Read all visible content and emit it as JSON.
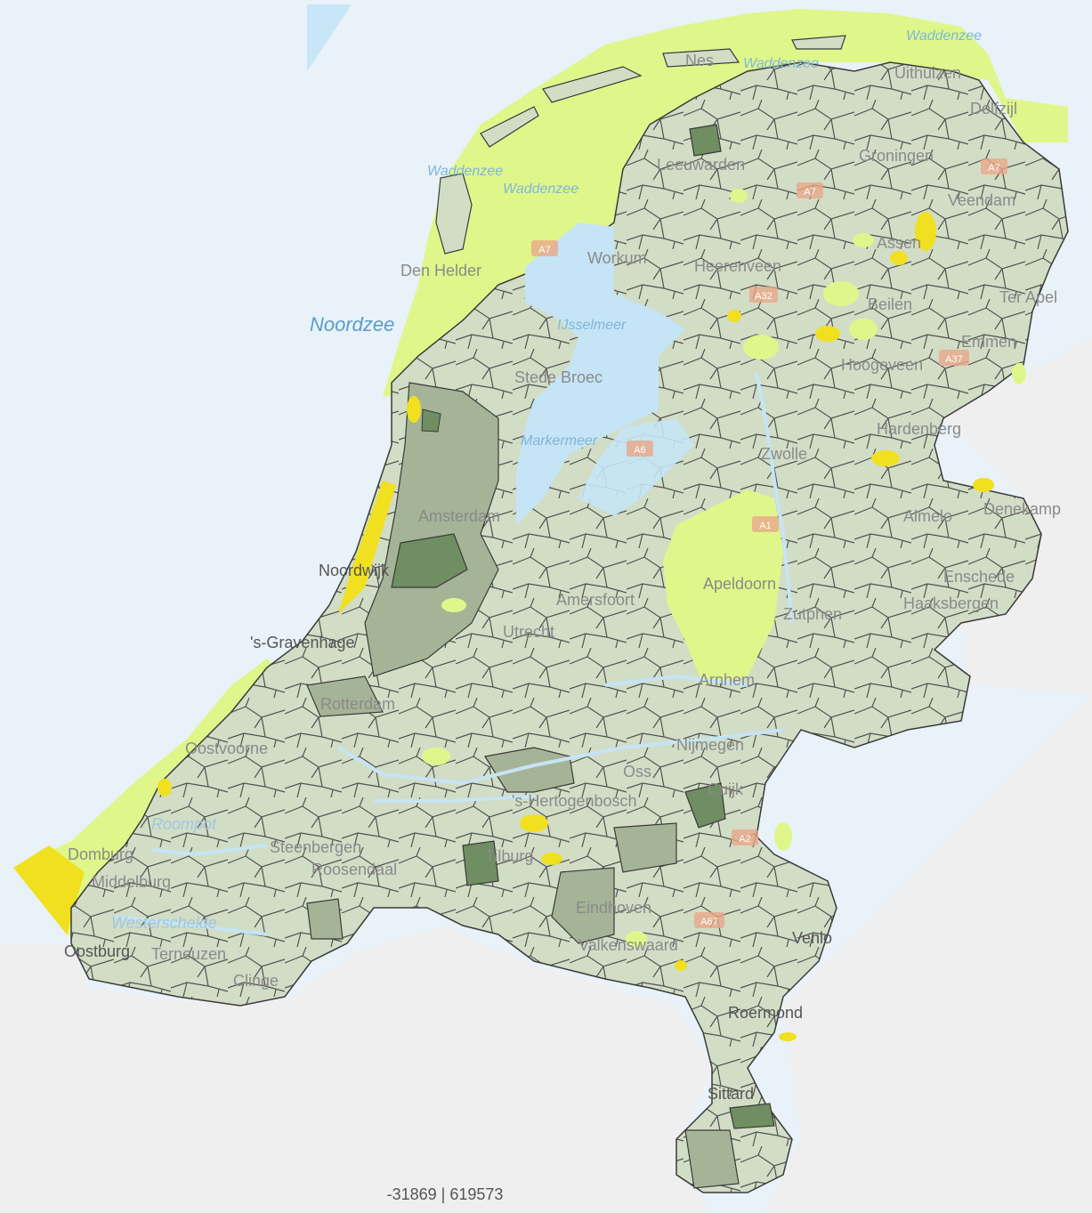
{
  "map": {
    "colors": {
      "sea": "#e8f2f8",
      "land_outside": "#efefef",
      "municipality": "#d2ddc6",
      "municipality_dark": "#a5b496",
      "municipality_darker": "#6f8e62",
      "nature_light": "#dff78a",
      "nature_yellow": "#f0e020",
      "lake": "#c5e4f5",
      "border": "#3a3a3a"
    },
    "water_labels": {
      "noordzee": "Noordzee",
      "waddenzee_1": "Waddenzee",
      "waddenzee_2": "Waddenzee",
      "waddenzee_3": "Waddenzee",
      "waddenzee_4": "Waddenzee",
      "ijsselmeer": "IJsselmeer",
      "markermeer": "Markermeer",
      "oosterschelde": "Roompot",
      "westerschelde": "Westerschelde"
    },
    "place_labels": {
      "ness": "Nes",
      "uithuizen": "Uithuizen",
      "delfzijl": "Delfzijl",
      "leeuwarden": "Leeuwarden",
      "groningen": "Groningen",
      "veendam": "Veendam",
      "assen": "Assen",
      "workum": "Workum",
      "heerenveen": "Heerenveen",
      "den_helder": "Den Helder",
      "beilen": "Beilen",
      "ter_apel": "Ter Apel",
      "emmen": "Emmen",
      "hoogeveen": "Hoogeveen",
      "stede_broec": "Stede Broec",
      "hardenberg": "Hardenberg",
      "zwolle": "Zwolle",
      "amsterdam": "Amsterdam",
      "almelo": "Almelo",
      "denekamp": "Denekamp",
      "noordwijk": "Noordwijk",
      "enschede": "Enschede",
      "apeldoorn": "Apeldoorn",
      "zutphen": "Zutphen",
      "haaksbergen": "Haaksbergen",
      "amersfoort": "Amersfoort",
      "den_haag": "'s-Gravenhage",
      "utrecht": "Utrecht",
      "arnhem": "Arnhem",
      "rotterdam": "Rotterdam",
      "oostvoorne": "Oostvoorne",
      "nijmegen": "Nijmegen",
      "oss": "Oss",
      "cuijk": "Cuijk",
      "den_bosch": "'s-Hertogenbosch",
      "domburg": "Domburg",
      "steenbergen": "Steenbergen",
      "roosendaal": "Roosendaal",
      "tilburg": "Tilburg",
      "middelburg": "Middelburg",
      "eindhoven": "Eindhoven",
      "oostburg": "Oostburg",
      "terneuzen": "Terneuzen",
      "valkenswaard": "Valkenswaard",
      "venlo": "Venlo",
      "clinge": "Clinge",
      "roermond": "Roermond",
      "sittard": "Sittard"
    },
    "road_labels": [
      "A7",
      "A7",
      "A32",
      "A7",
      "A37",
      "A6",
      "A1",
      "A2",
      "A67"
    ]
  },
  "statusbar": {
    "coordinates": "-31869 | 619573"
  }
}
